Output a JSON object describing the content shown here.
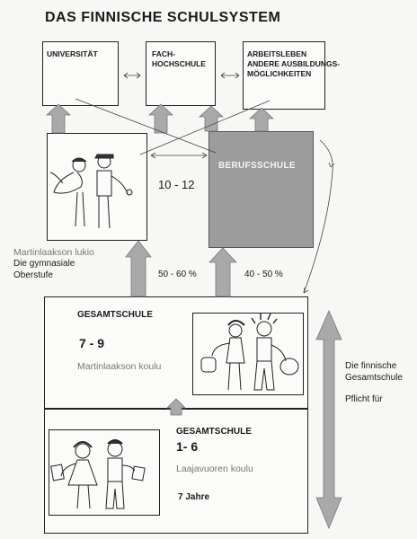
{
  "title": "DAS FINNISCHE SCHULSYSTEM",
  "top": {
    "uni": "UNIVERSITÄT",
    "fach_1": "FACH-",
    "fach_2": "HOCHSCHULE",
    "arbeit_1": "ARBEITSLEBEN",
    "arbeit_2": "ANDERE AUSBILDUNGS-",
    "arbeit_3": "MÖGLICHKEITEN"
  },
  "middle": {
    "grades": "10 - 12",
    "berufsschule": "BERUFSSCHULE",
    "lukio_name": "Martinlaakson lukio",
    "lukio_de_1": "Die gymnasiale",
    "lukio_de_2": "Oberstufe",
    "pct_left": "50 - 60 %",
    "pct_right": "40 - 50 %"
  },
  "upper_gesamt": {
    "label": "GESAMTSCHULE",
    "grades": "7 - 9",
    "school": "Martinlaakson koulu"
  },
  "lower_gesamt": {
    "label": "GESAMTSCHULE",
    "grades": "1- 6",
    "school": "Laajavuoren koulu",
    "years": "7 Jahre"
  },
  "side": {
    "line_1": "Die finnische",
    "line_2": "Gesamtschule",
    "line_3": "Pflicht für"
  },
  "colors": {
    "berufsschule_fill": "#9c9c9c",
    "arrow_fill": "#a9a9a9",
    "ink": "#1a1a1a"
  }
}
